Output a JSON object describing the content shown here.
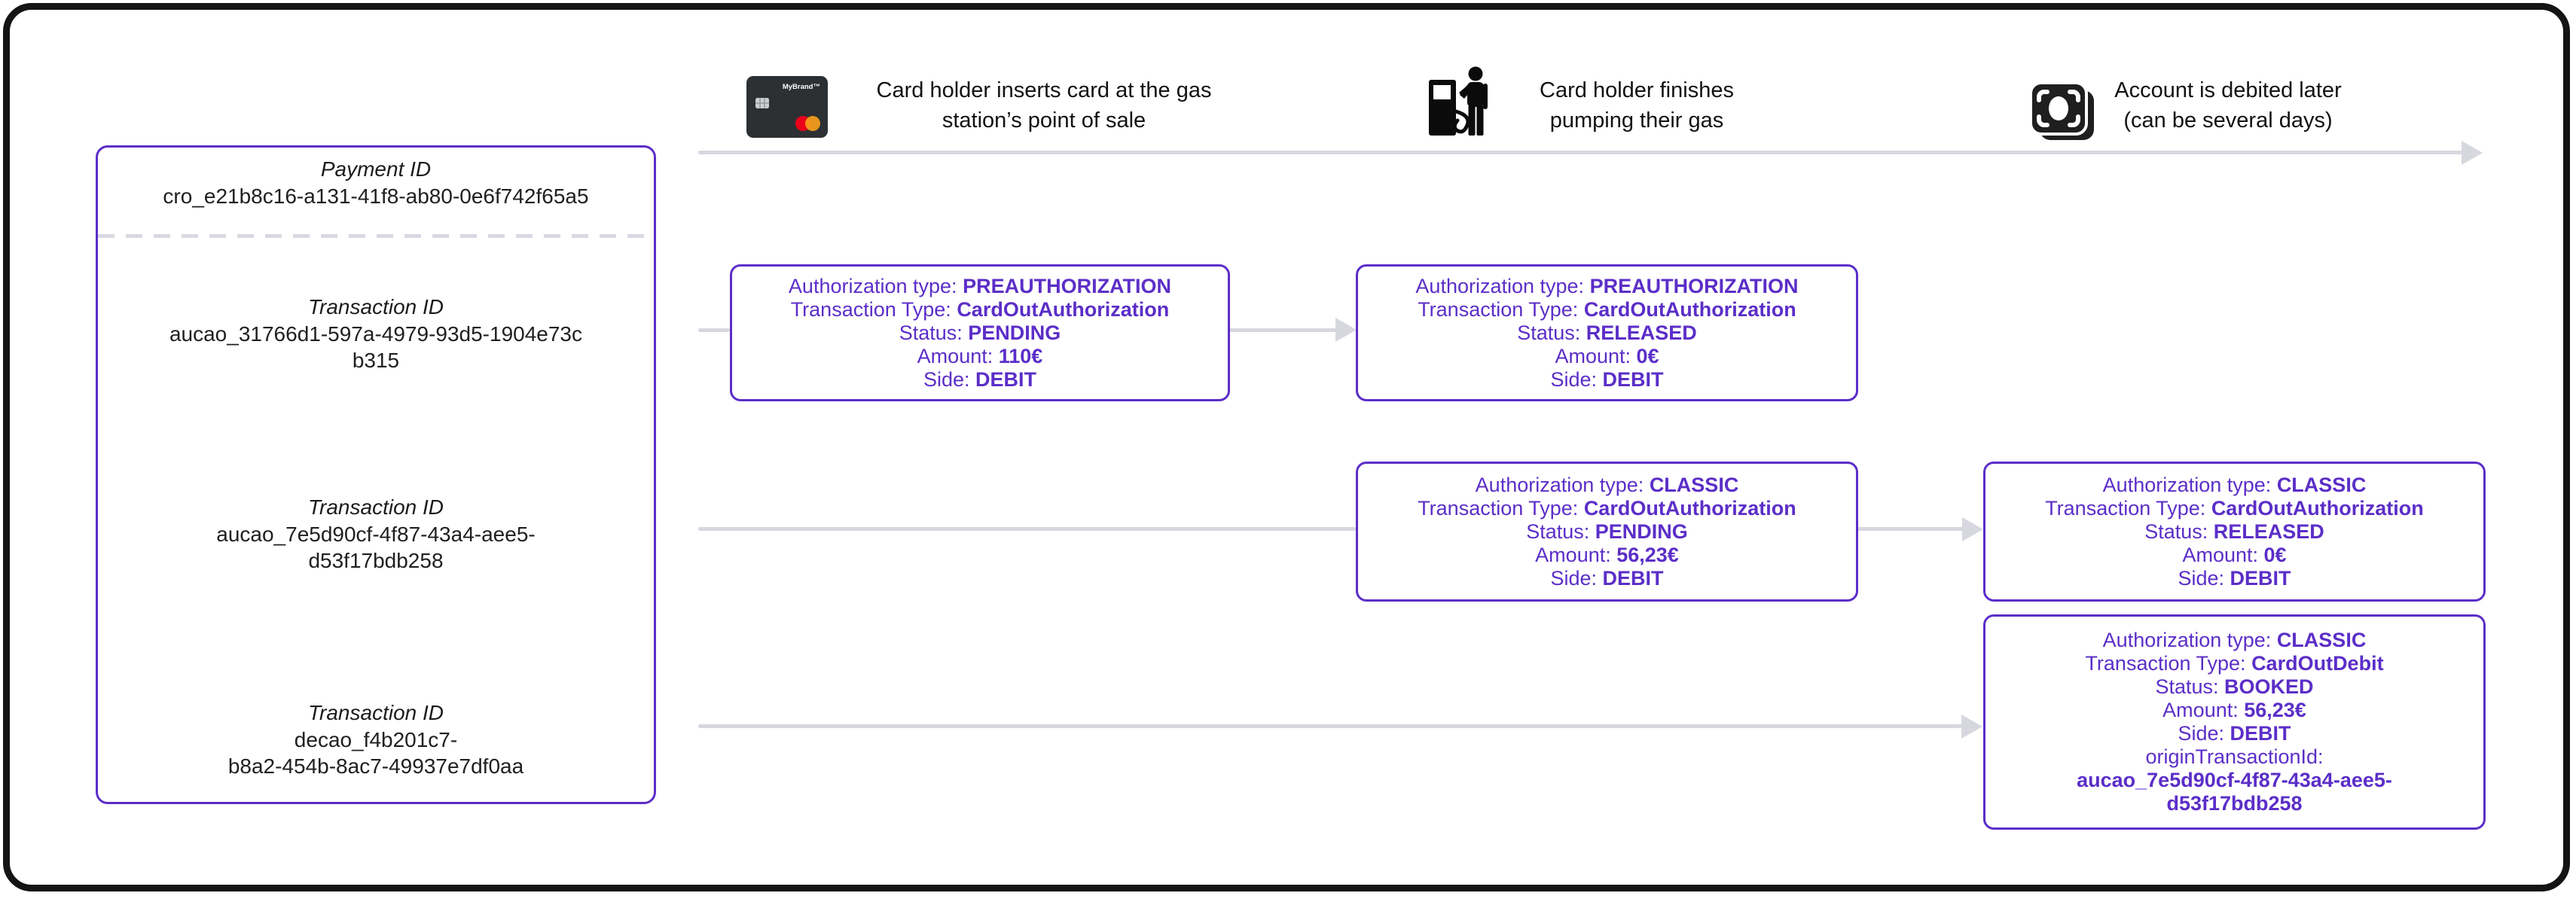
{
  "accent_color": "#5B2EC8",
  "arrow_color": "#D7D7E0",
  "panel": {
    "payment_label": "Payment ID",
    "payment_id": "cro_e21b8c16-a131-41f8-ab80-0e6f742f65a5",
    "transactions": [
      {
        "label": "Transaction ID",
        "id_lines": [
          "aucao_31766d1-597a-4979-93d5-1904e73c",
          "b315"
        ]
      },
      {
        "label": "Transaction ID",
        "id_lines": [
          "aucao_7e5d90cf-4f87-43a4-aee5-",
          "d53f17bdb258"
        ]
      },
      {
        "label": "Transaction ID",
        "id_lines": [
          "decao_f4b201c7-",
          "b8a2-454b-8ac7-49937e7df0aa"
        ]
      }
    ]
  },
  "steps": [
    {
      "icon": "credit-card-icon",
      "card_brand": "MyBrand™",
      "caption_lines": [
        "Card holder inserts card at the gas",
        "station’s point of sale"
      ]
    },
    {
      "icon": "gas-pump-icon",
      "caption_lines": [
        "Card holder finishes",
        "pumping their gas"
      ]
    },
    {
      "icon": "banknote-icon",
      "caption_lines": [
        "Account is debited later",
        "(can be several days)"
      ]
    }
  ],
  "boxes": [
    {
      "name": "preauthorization-pending",
      "lines": [
        {
          "label": "Authorization type: ",
          "value": "PREAUTHORIZATION"
        },
        {
          "label": "Transaction Type: ",
          "value": "CardOutAuthorization"
        },
        {
          "label": "Status: ",
          "value": "PENDING"
        },
        {
          "label": "Amount: ",
          "value": "110€"
        },
        {
          "label": "Side: ",
          "value": "DEBIT"
        }
      ]
    },
    {
      "name": "preauthorization-released",
      "lines": [
        {
          "label": "Authorization type: ",
          "value": "PREAUTHORIZATION"
        },
        {
          "label": "Transaction Type: ",
          "value": "CardOutAuthorization"
        },
        {
          "label": "Status: ",
          "value": "RELEASED"
        },
        {
          "label": "Amount: ",
          "value": "0€"
        },
        {
          "label": "Side: ",
          "value": "DEBIT"
        }
      ]
    },
    {
      "name": "classic-pending",
      "lines": [
        {
          "label": "Authorization type: ",
          "value": "CLASSIC"
        },
        {
          "label": "Transaction Type: ",
          "value": "CardOutAuthorization"
        },
        {
          "label": "Status: ",
          "value": "PENDING"
        },
        {
          "label": "Amount: ",
          "value": "56,23€"
        },
        {
          "label": "Side: ",
          "value": "DEBIT"
        }
      ]
    },
    {
      "name": "classic-released",
      "lines": [
        {
          "label": "Authorization type: ",
          "value": "CLASSIC"
        },
        {
          "label": "Transaction Type: ",
          "value": "CardOutAuthorization"
        },
        {
          "label": "Status: ",
          "value": "RELEASED"
        },
        {
          "label": "Amount: ",
          "value": "0€"
        },
        {
          "label": "Side: ",
          "value": "DEBIT"
        }
      ]
    },
    {
      "name": "classic-booked",
      "lines": [
        {
          "label": "Authorization type: ",
          "value": "CLASSIC"
        },
        {
          "label": "Transaction Type: ",
          "value": "CardOutDebit"
        },
        {
          "label": "Status: ",
          "value": "BOOKED"
        },
        {
          "label": "Amount: ",
          "value": "56,23€"
        },
        {
          "label": "Side: ",
          "value": "DEBIT"
        },
        {
          "label": "originTransactionId:",
          "value": ""
        },
        {
          "label": "",
          "value": "aucao_7e5d90cf-4f87-43a4-aee5-"
        },
        {
          "label": "",
          "value": "d53f17bdb258"
        }
      ]
    }
  ]
}
